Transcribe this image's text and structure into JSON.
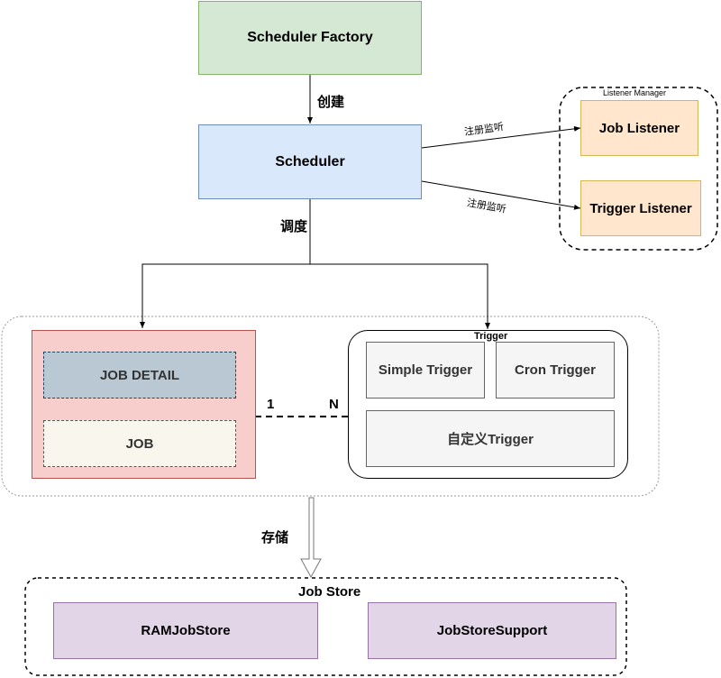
{
  "nodes": {
    "scheduler_factory": "Scheduler Factory",
    "scheduler": "Scheduler",
    "listener_manager_title": "Listener Manager",
    "job_listener": "Job Listener",
    "trigger_listener": "Trigger Listener",
    "job_detail": "JOB DETAIL",
    "job": "JOB",
    "trigger_group_title": "Trigger",
    "simple_trigger": "Simple Trigger",
    "cron_trigger": "Cron Trigger",
    "custom_trigger": "自定义Trigger",
    "job_store_title": "Job Store",
    "ram_job_store": "RAMJobStore",
    "job_store_support": "JobStoreSupport"
  },
  "edges": {
    "create": "创建",
    "register_listener_1": "注册监听",
    "register_listener_2": "注册监听",
    "schedule": "调度",
    "cardinality_left": "1",
    "cardinality_right": "N",
    "store": "存储"
  },
  "colors": {
    "factory_fill": "#d5e8d4",
    "factory_stroke": "#82b366",
    "scheduler_fill": "#dae8fc",
    "scheduler_stroke": "#6c8ebf",
    "listener_fill": "#ffe6cc",
    "listener_stroke": "#d6b656",
    "job_group_fill": "#f8cecc",
    "job_group_stroke": "#b85450",
    "job_detail_fill": "#bac8d3",
    "job_detail_stroke": "#23445d",
    "job_fill": "#f9f7ed",
    "trigger_fill": "#f5f5f5",
    "trigger_stroke": "#666666",
    "store_fill": "#e1d5e7",
    "store_stroke": "#9673a6"
  }
}
